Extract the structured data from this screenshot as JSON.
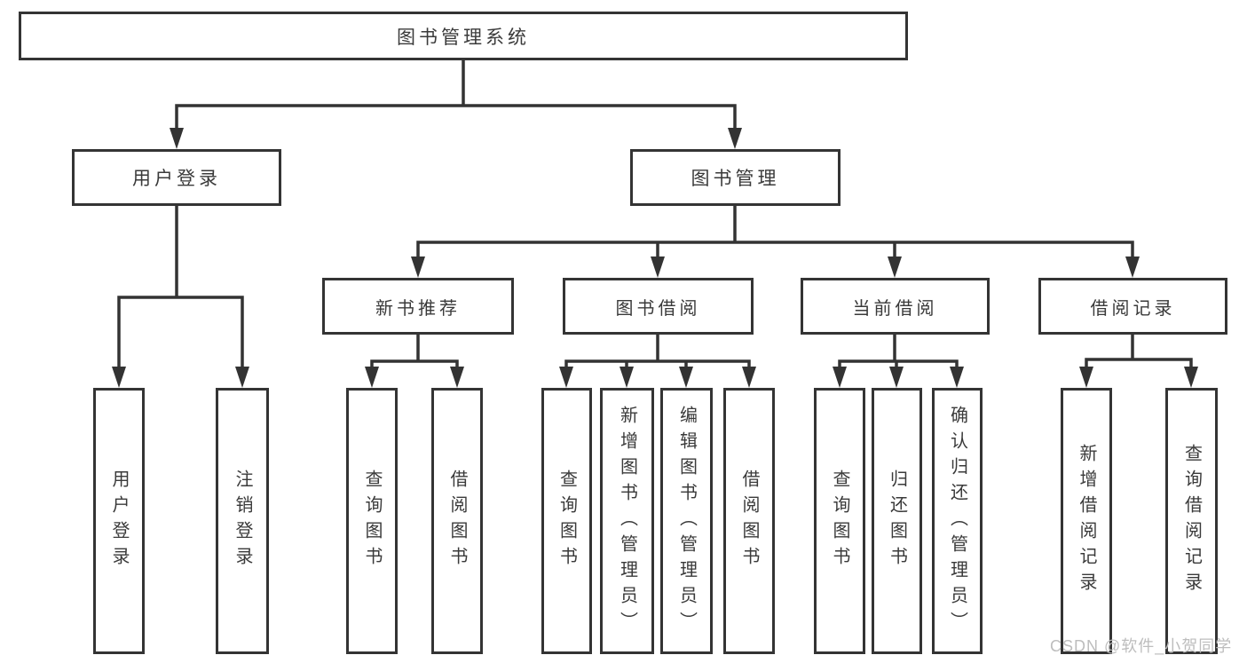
{
  "colors": {
    "line": "#333333",
    "box_border": "#343434",
    "text": "#3a3a3a",
    "watermark": "#bdbdbd",
    "background": "#ffffff"
  },
  "watermark": "CSDN @软件_小贺同学",
  "diagram": {
    "root": {
      "label": "图书管理系统"
    },
    "level2": [
      {
        "label": "用户登录"
      },
      {
        "label": "图书管理"
      }
    ],
    "level3": [
      {
        "label": "新书推荐"
      },
      {
        "label": "图书借阅"
      },
      {
        "label": "当前借阅"
      },
      {
        "label": "借阅记录"
      }
    ],
    "leaves": {
      "user_login": [
        "用户登录",
        "注销登录"
      ],
      "new_book": [
        "查询图书",
        "借阅图书"
      ],
      "book_borrow": [
        "查询图书",
        "新增图书（管理员）",
        "编辑图书（管理员）",
        "借阅图书"
      ],
      "current_borrow": [
        "查询图书",
        "归还图书",
        "确认归还（管理员）"
      ],
      "borrow_record": [
        "新增借阅记录",
        "查询借阅记录"
      ]
    }
  }
}
